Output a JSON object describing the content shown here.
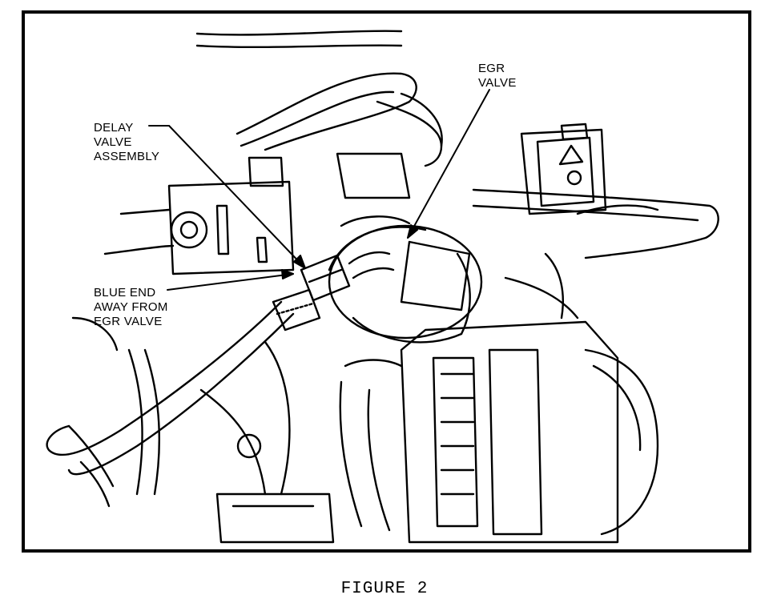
{
  "labels": {
    "egr_valve": "EGR\nVALVE",
    "delay_valve": "DELAY\nVALVE\nASSEMBLY",
    "blue_end": "BLUE END\nAWAY FROM\nEGR VALVE"
  },
  "caption": "FIGURE 2"
}
